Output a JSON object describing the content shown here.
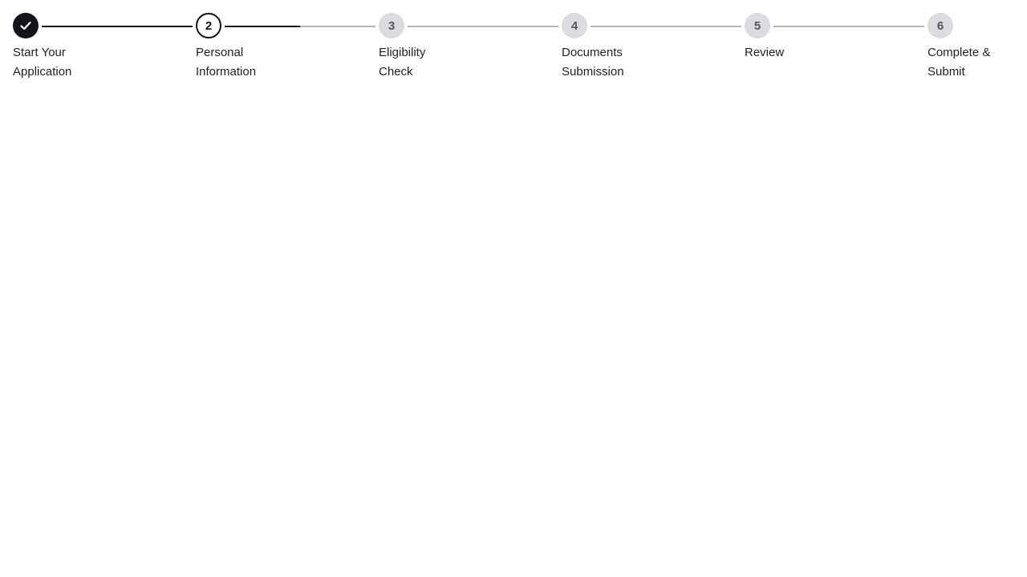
{
  "stepper": {
    "colors": {
      "active": "#141418",
      "inactive_track": "#b3b3ba",
      "upcoming_marker": "#dcdce0"
    },
    "steps": [
      {
        "number": "1",
        "icon": "check-icon",
        "status": "completed",
        "label_line1": "Start Your",
        "label_line2": "Application",
        "connector_progress": 1.0
      },
      {
        "number": "2",
        "status": "current",
        "label_line1": "Personal",
        "label_line2": "Information",
        "connector_progress": 0.5
      },
      {
        "number": "3",
        "status": "upcoming",
        "label_line1": "Eligibility",
        "label_line2": "Check",
        "connector_progress": 0
      },
      {
        "number": "4",
        "status": "upcoming",
        "label_line1": "Documents",
        "label_line2": "Submission",
        "connector_progress": 0
      },
      {
        "number": "5",
        "status": "upcoming",
        "label_line1": "Review",
        "label_line2": "",
        "connector_progress": 0
      },
      {
        "number": "6",
        "status": "upcoming",
        "label_line1": "Complete &",
        "label_line2": "Submit"
      }
    ]
  }
}
